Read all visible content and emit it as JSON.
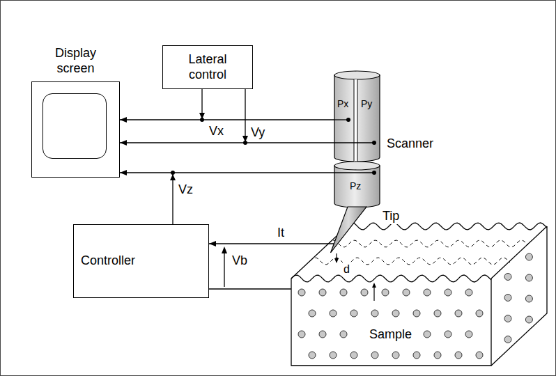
{
  "diagram": {
    "nodes": [
      {
        "text": [
          "Display screen"
        ]
      },
      {
        "text": [
          "Lateral control"
        ]
      },
      {
        "text": [
          "Scanner"
        ]
      },
      {
        "text": [
          "Controller"
        ]
      },
      {
        "text": [
          "Sample"
        ]
      }
    ],
    "edges": [
      {
        "from": 1,
        "to": 0,
        "arrow": "to",
        "label": "Vx"
      },
      {
        "from": 1,
        "to": 0,
        "arrow": "to",
        "label": "Vy"
      },
      {
        "from": 3,
        "to": 0,
        "arrow": "to",
        "label": "Vz"
      },
      {
        "from": 2,
        "to": 3,
        "arrow": "to",
        "label": "It"
      },
      {
        "from": 3,
        "to": 4,
        "arrow": "none"
      }
    ],
    "labels": [
      "Px",
      "Py",
      "Pz",
      "Tip",
      "d",
      "Vb"
    ]
  }
}
